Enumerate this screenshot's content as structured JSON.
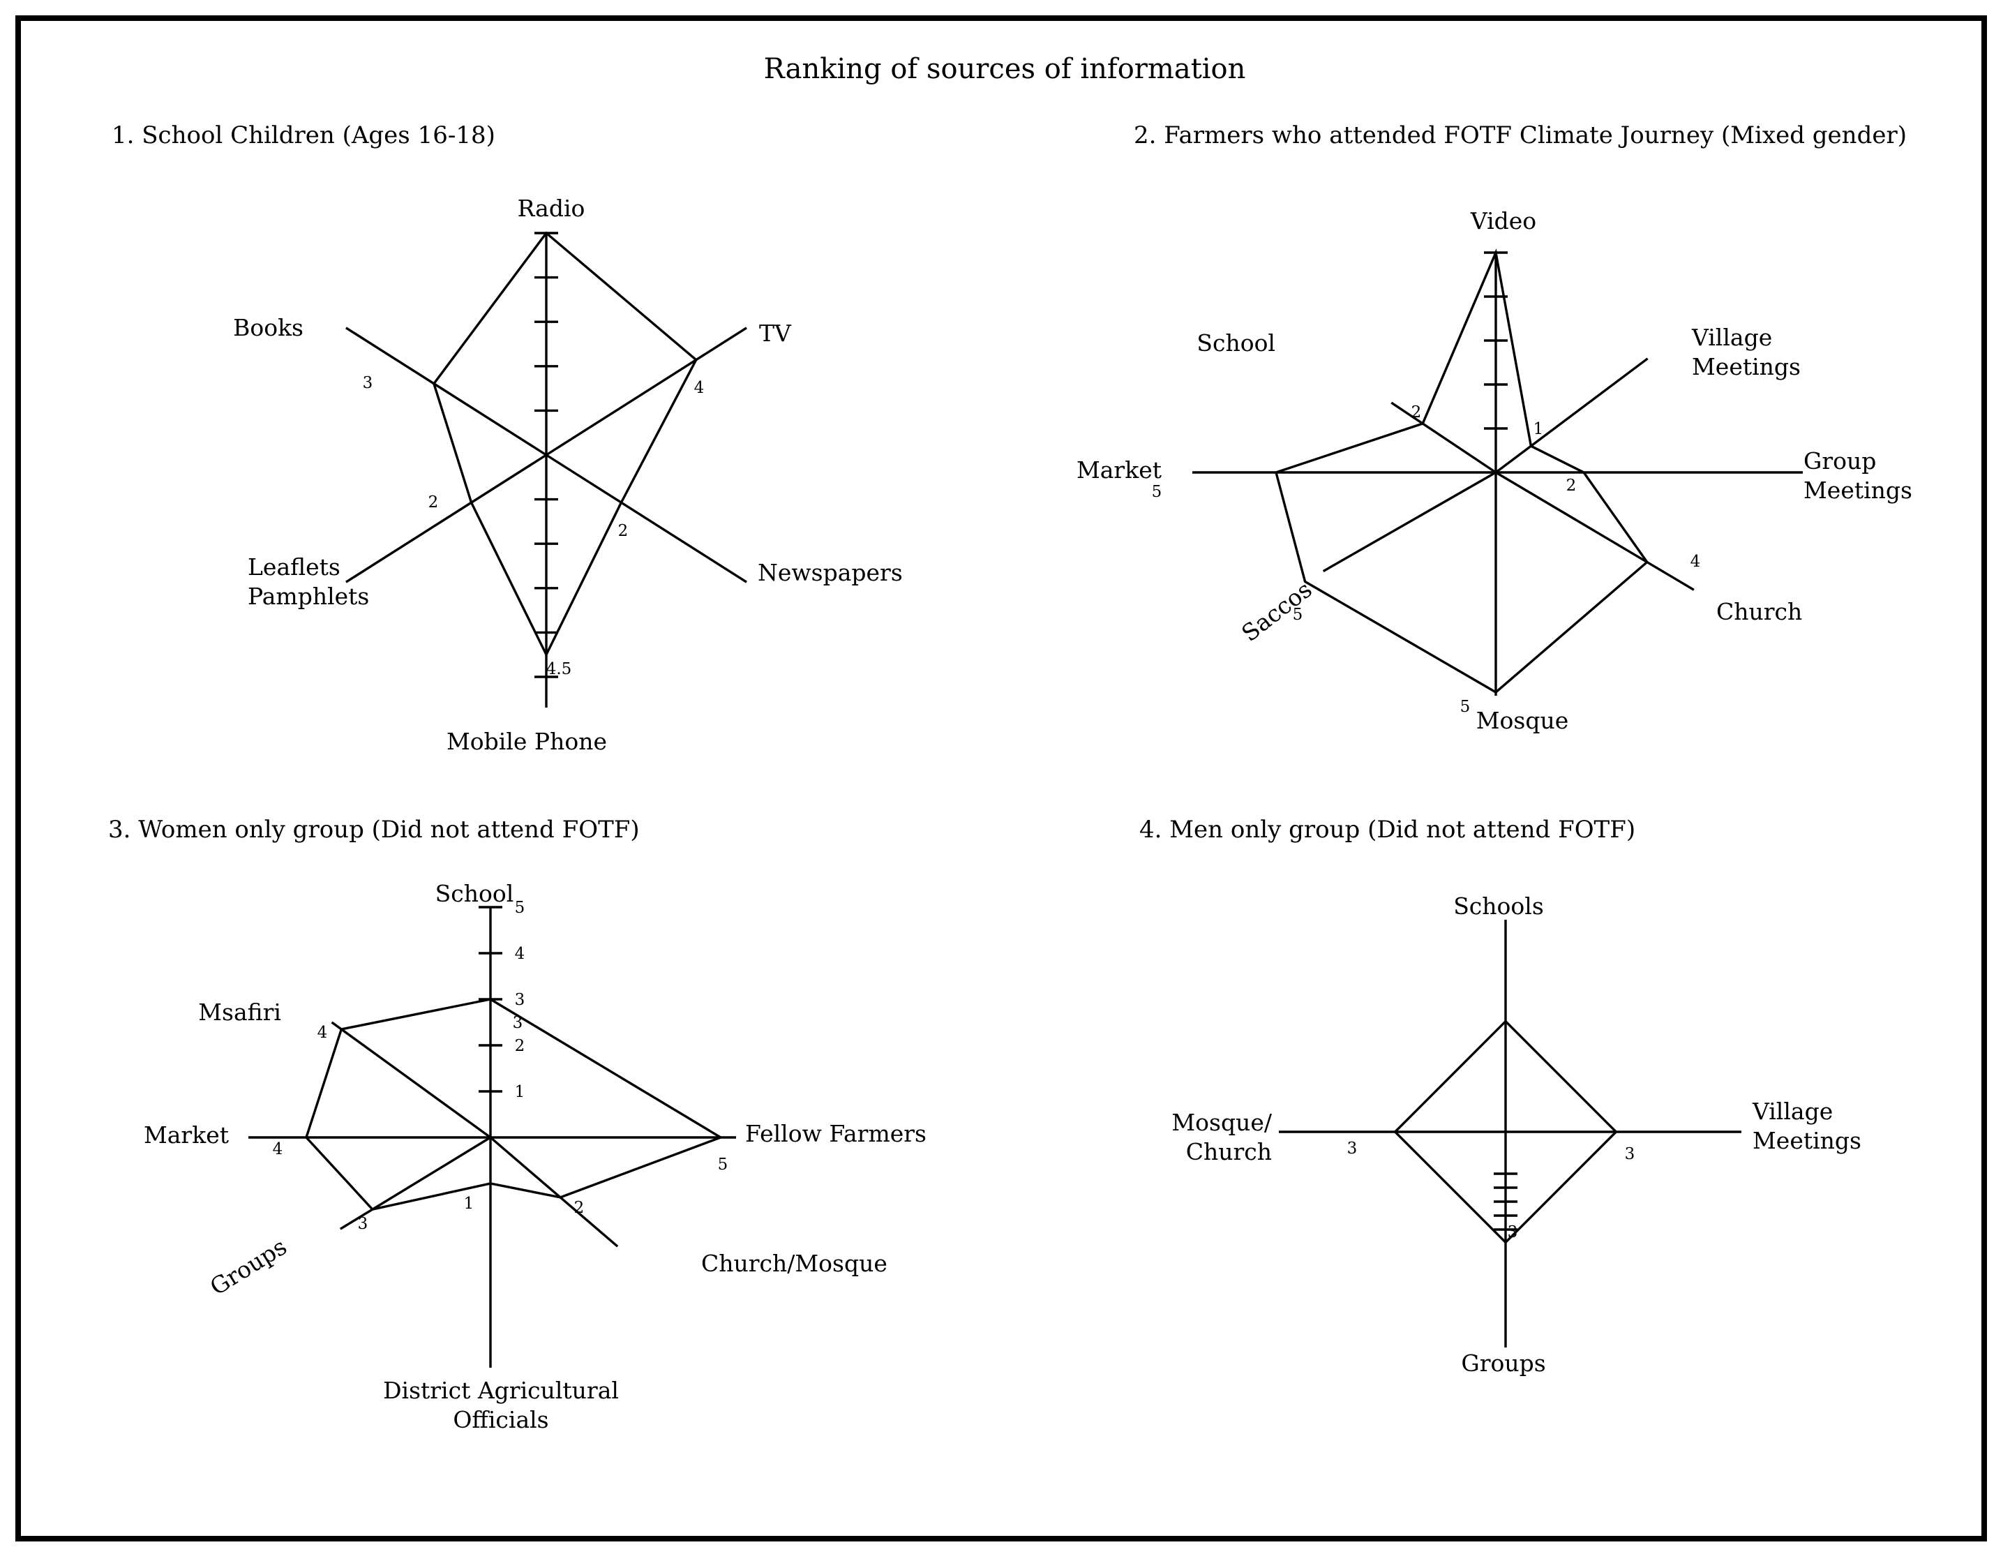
{
  "title": "Ranking of sources of information",
  "chart_data": [
    {
      "type": "radar",
      "title": "1. School Children (Ages 16-18)",
      "axes": [
        {
          "label": "Radio",
          "value": 5
        },
        {
          "label": "TV",
          "value": 4
        },
        {
          "label": "Newspapers",
          "value": 2
        },
        {
          "label": "Mobile Phone",
          "value": 4.5
        },
        {
          "label": "Leaflets\nPamphlets",
          "value": 2
        },
        {
          "label": "Books",
          "value": 3
        }
      ],
      "value_labels": [
        "",
        "4",
        "2",
        "4.5",
        "2",
        "3"
      ]
    },
    {
      "type": "radar",
      "title": "2. Farmers who attended FOTF Climate Journey (Mixed gender)",
      "axes": [
        {
          "label": "Video",
          "value": 5
        },
        {
          "label": "Village\nMeetings",
          "value": 1
        },
        {
          "label": "Group\nMeetings",
          "value": 2
        },
        {
          "label": "Church",
          "value": 4
        },
        {
          "label": "Mosque",
          "value": 5
        },
        {
          "label": "Saccos",
          "value": 5
        },
        {
          "label": "Market",
          "value": 5
        },
        {
          "label": "School",
          "value": 2
        }
      ],
      "value_labels": [
        "",
        "1",
        "2",
        "4",
        "5",
        "5",
        "5",
        "2"
      ]
    },
    {
      "type": "radar",
      "title": "3. Women only group (Did not attend FOTF)",
      "axes": [
        {
          "label": "School",
          "value": 3
        },
        {
          "label": "Fellow Farmers",
          "value": 5
        },
        {
          "label": "Church/Mosque",
          "value": 2
        },
        {
          "label": "District Agricultural\nOfficials",
          "value": 1
        },
        {
          "label": "Groups",
          "value": 3
        },
        {
          "label": "Market",
          "value": 4
        },
        {
          "label": "Msafiri",
          "value": 4
        }
      ],
      "value_labels": [
        "3",
        "5",
        "2",
        "1",
        "3",
        "4",
        "4"
      ],
      "scale_labels": [
        "1",
        "2",
        "3",
        "4",
        "5"
      ]
    },
    {
      "type": "radar",
      "title": "4. Men only group (Did not attend FOTF)",
      "axes": [
        {
          "label": "Schools",
          "value": 3
        },
        {
          "label": "Village\nMeetings",
          "value": 3
        },
        {
          "label": "Groups",
          "value": 3
        },
        {
          "label": "Mosque/\nChurch",
          "value": 3
        }
      ],
      "value_labels": [
        "",
        "3",
        "3",
        "3"
      ]
    }
  ]
}
